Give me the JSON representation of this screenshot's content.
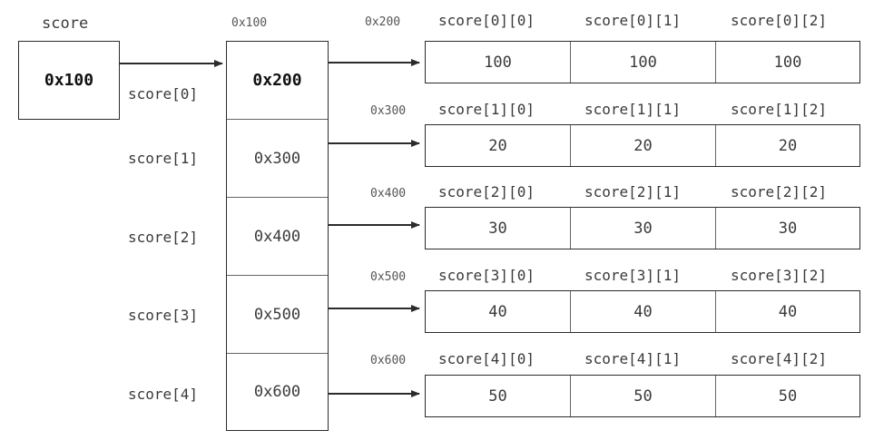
{
  "var": {
    "name": "score",
    "value": "0x100"
  },
  "row_array": {
    "address": "0x100",
    "labels": [
      "score[0]",
      "score[1]",
      "score[2]",
      "score[3]",
      "score[4]"
    ],
    "values": [
      "0x200",
      "0x300",
      "0x400",
      "0x500",
      "0x600"
    ]
  },
  "arrays": [
    {
      "address": "0x200",
      "headers": [
        "score[0][0]",
        "score[0][1]",
        "score[0][2]"
      ],
      "values": [
        "100",
        "100",
        "100"
      ]
    },
    {
      "address": "0x300",
      "headers": [
        "score[1][0]",
        "score[1][1]",
        "score[1][2]"
      ],
      "values": [
        "20",
        "20",
        "20"
      ]
    },
    {
      "address": "0x400",
      "headers": [
        "score[2][0]",
        "score[2][1]",
        "score[2][2]"
      ],
      "values": [
        "30",
        "30",
        "30"
      ]
    },
    {
      "address": "0x500",
      "headers": [
        "score[3][0]",
        "score[3][1]",
        "score[3][2]"
      ],
      "values": [
        "40",
        "40",
        "40"
      ]
    },
    {
      "address": "0x600",
      "headers": [
        "score[4][0]",
        "score[4][1]",
        "score[4][2]"
      ],
      "values": [
        "50",
        "50",
        "50"
      ]
    }
  ]
}
